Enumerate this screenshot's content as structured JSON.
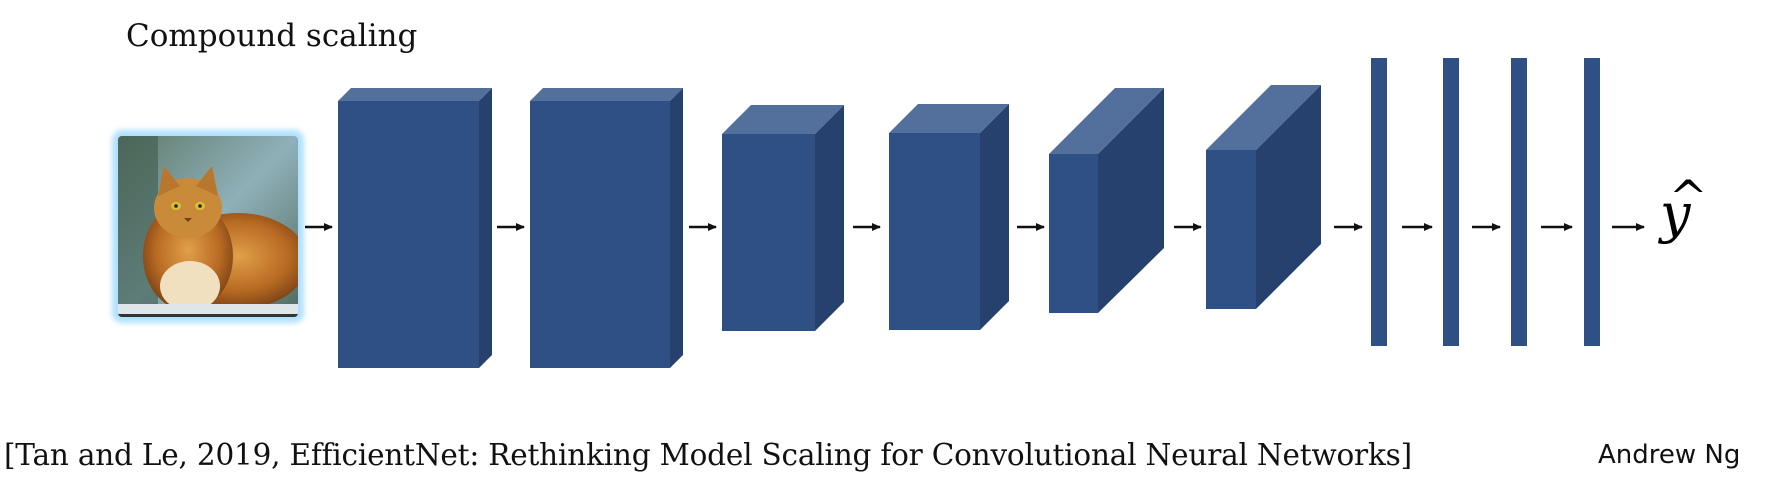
{
  "title": "Compound scaling",
  "input": {
    "icon": "cat-photo-icon"
  },
  "output_label": "y",
  "output_hat": "^",
  "citation": "[Tan and Le, 2019, EfficientNet: Rethinking Model Scaling for Convolutional Neural Networks]",
  "author": "Andrew Ng",
  "colors": {
    "front": "#2f5084",
    "top": "#536f9b",
    "side": "#26416e",
    "arrow": "#111111",
    "glow": "#aee0ff"
  }
}
